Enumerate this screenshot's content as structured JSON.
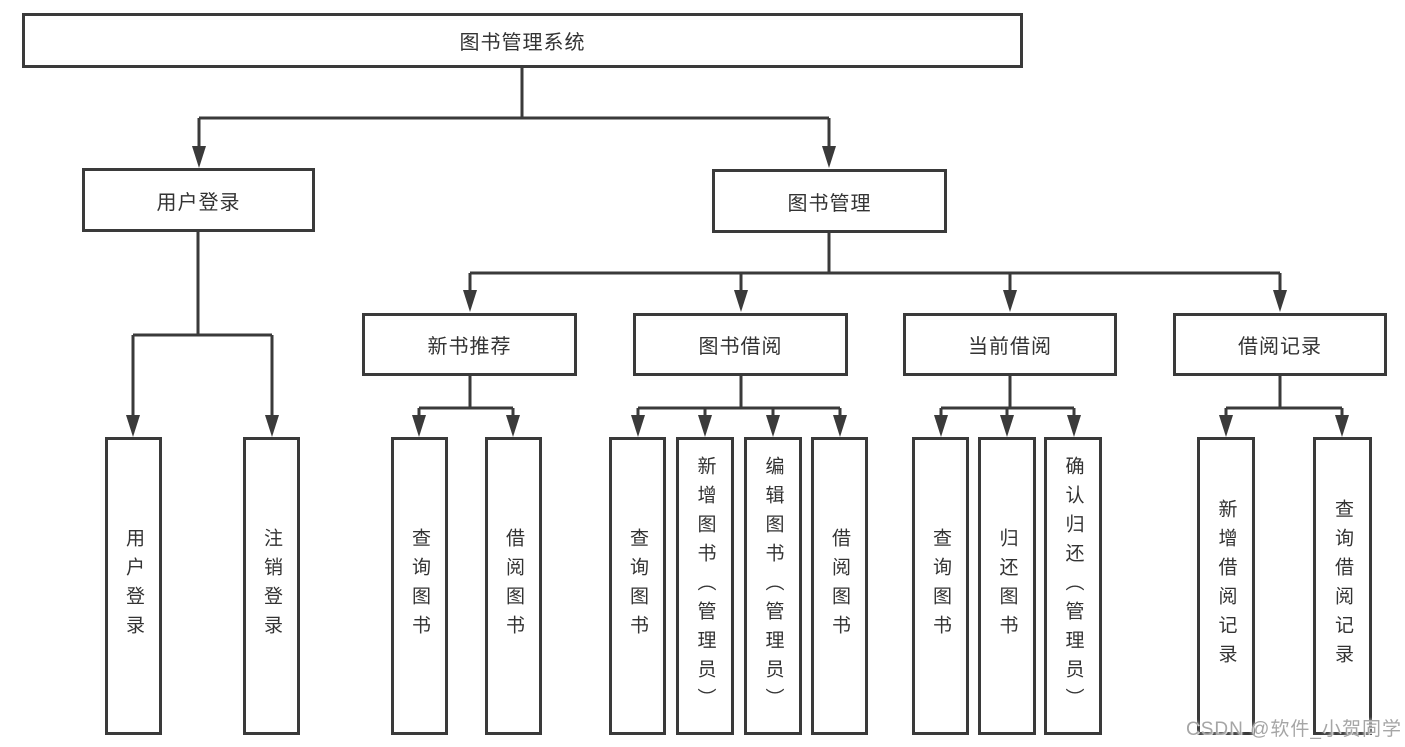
{
  "diagram_title": "图书管理系统",
  "nodes": {
    "root": "图书管理系统",
    "user_login": "用户登录",
    "book_mgmt": "图书管理",
    "new_book_rec": "新书推荐",
    "book_borrow": "图书借阅",
    "current_borrow": "当前借阅",
    "borrow_records": "借阅记录",
    "leaf_user_login": "用户登录",
    "leaf_logout": "注销登录",
    "leaf_rec_query": "查询图书",
    "leaf_rec_borrow": "借阅图书",
    "leaf_bb_query": "查询图书",
    "leaf_bb_add": "新增图书（管理员）",
    "leaf_bb_edit": "编辑图书（管理员）",
    "leaf_bb_borrow": "借阅图书",
    "leaf_cb_query": "查询图书",
    "leaf_cb_return": "归还图书",
    "leaf_cb_confirm": "确认归还（管理员）",
    "leaf_br_add": "新增借阅记录",
    "leaf_br_query": "查询借阅记录"
  },
  "watermark": "CSDN @软件_小贺同学",
  "colors": {
    "line": "#3a3a3a",
    "text": "#333333",
    "watermark": "#a6a6a6",
    "background": "#ffffff"
  }
}
